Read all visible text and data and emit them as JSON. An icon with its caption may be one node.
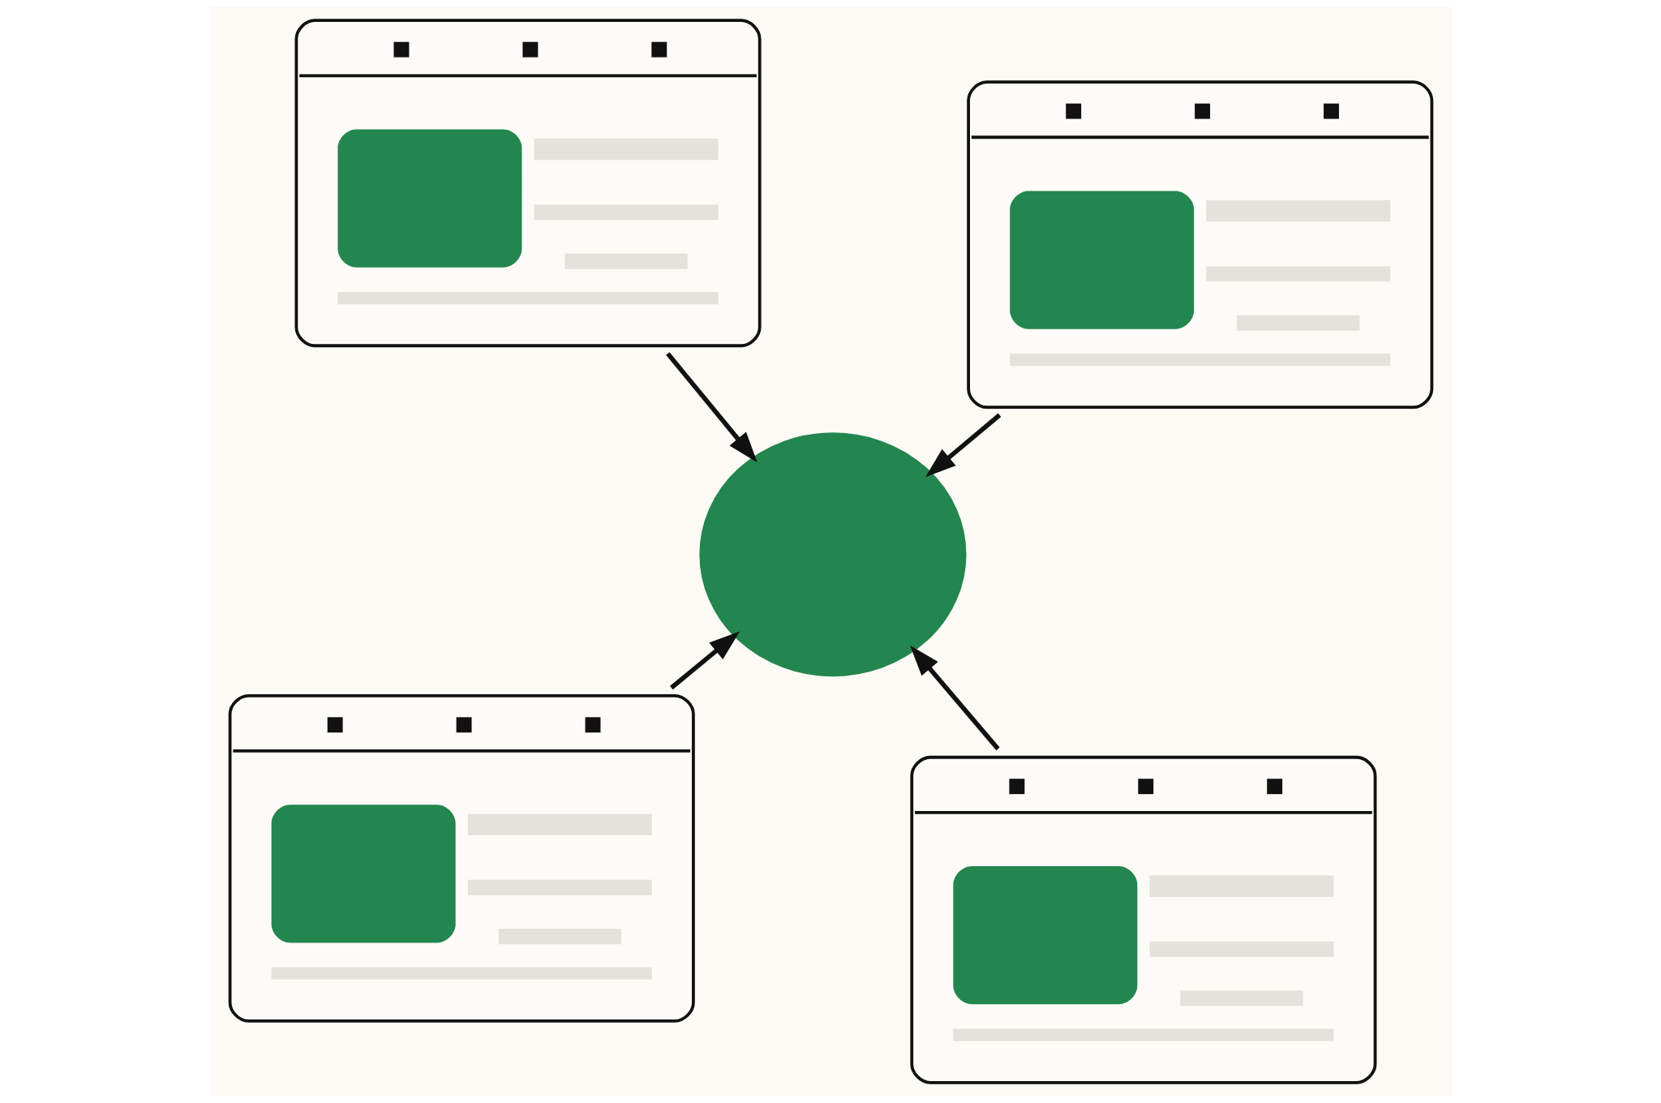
{
  "diagram": {
    "nodes": [
      {
        "text": [],
        "shape": "window"
      },
      {
        "text": [],
        "shape": "window"
      },
      {
        "text": [],
        "shape": "cloud"
      },
      {
        "text": [],
        "shape": "window"
      },
      {
        "text": [],
        "shape": "window"
      }
    ],
    "edges": [
      {
        "from": 0,
        "to": 2,
        "arrow": "to"
      },
      {
        "from": 1,
        "to": 2,
        "arrow": "to"
      },
      {
        "from": 3,
        "to": 2,
        "arrow": "to"
      },
      {
        "from": 4,
        "to": 2,
        "arrow": "to"
      }
    ]
  }
}
